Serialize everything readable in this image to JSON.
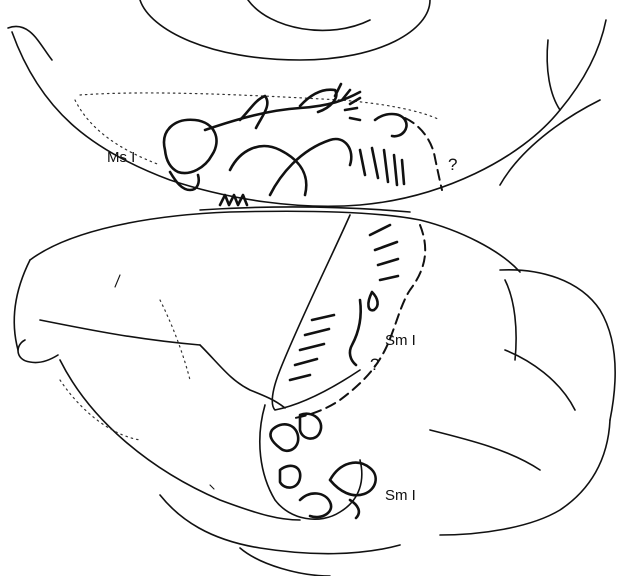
{
  "labels": {
    "ms1": "Ms I",
    "sm1_upper": "Sm I",
    "sm2": "Sm I",
    "question_upper": "?",
    "question_lower": "?"
  }
}
